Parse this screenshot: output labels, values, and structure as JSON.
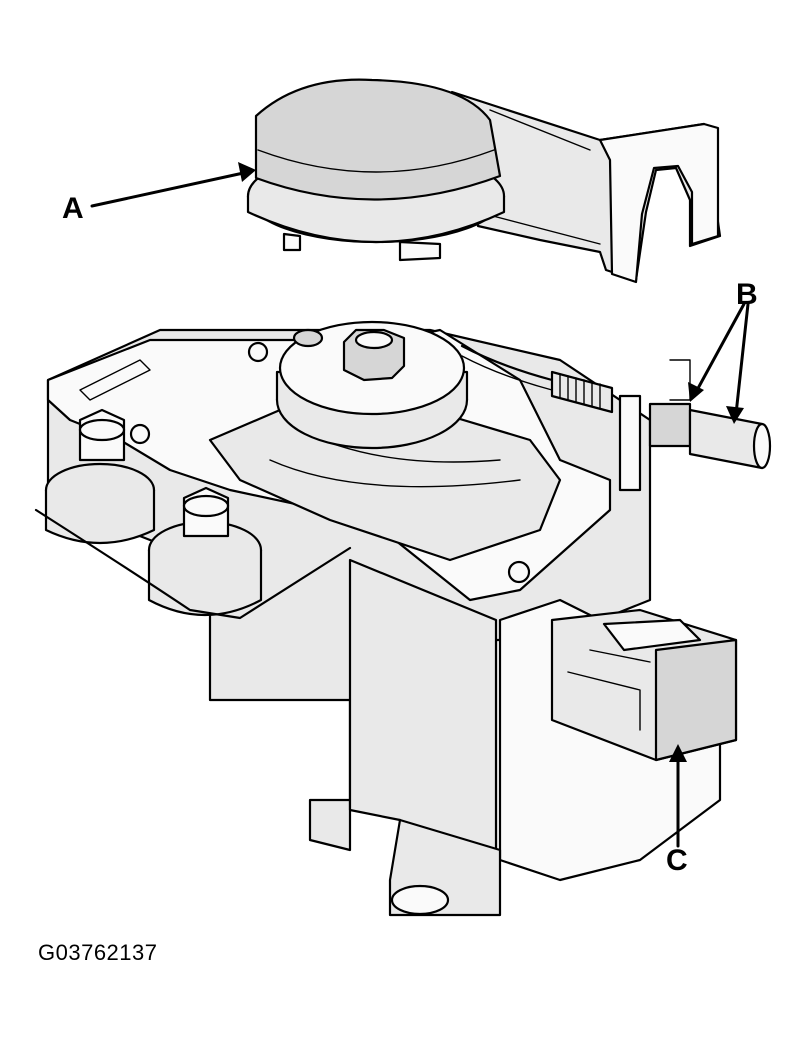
{
  "callouts": {
    "a": "A",
    "b": "B",
    "c": "C"
  },
  "figure_id": "G03762137"
}
